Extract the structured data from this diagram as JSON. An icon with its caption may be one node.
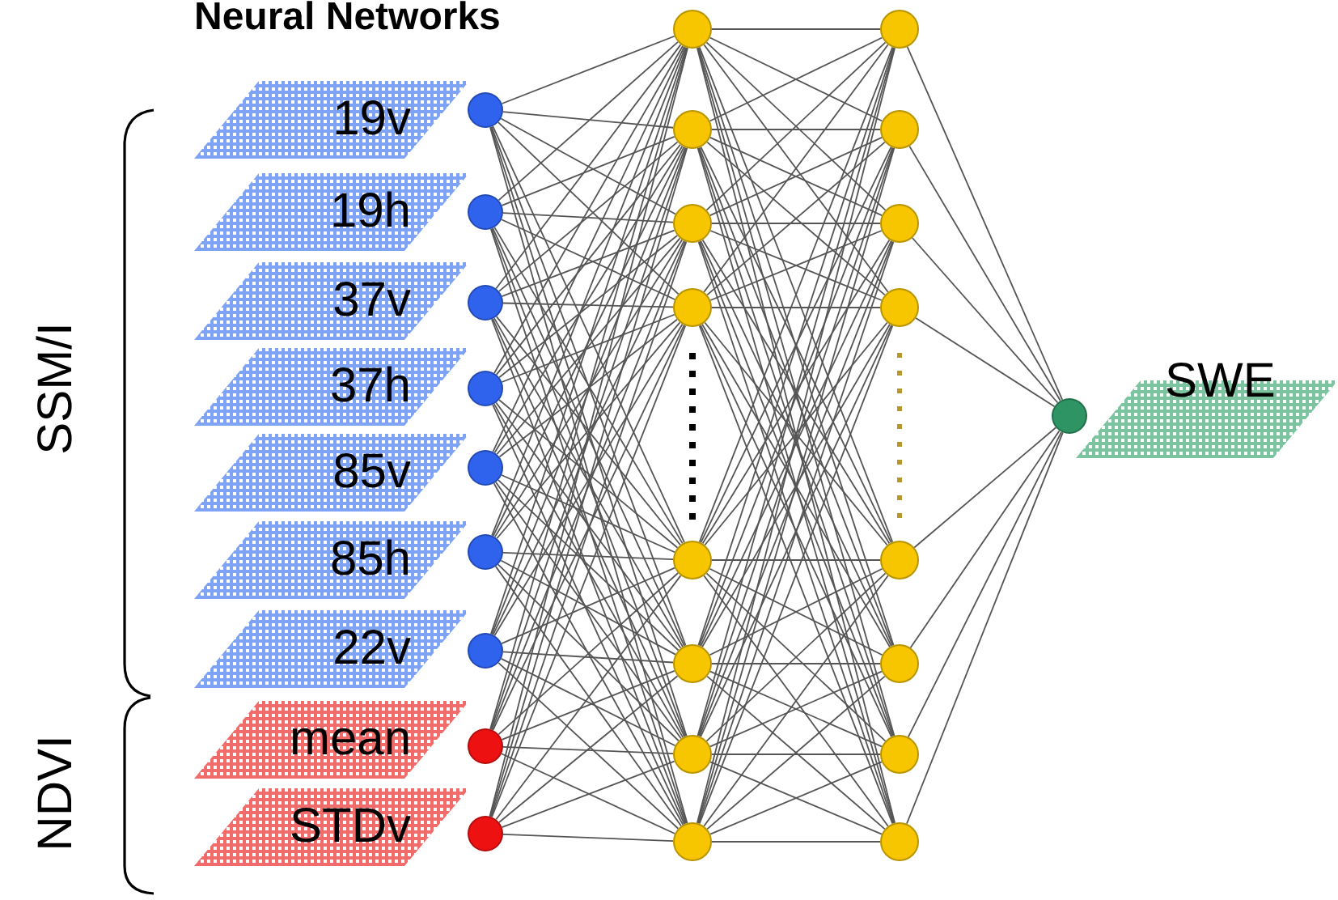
{
  "diagram": {
    "title": "Neural Networks",
    "nodes": [
      {
        "text": [
          "19v"
        ]
      },
      {
        "text": [
          "19h"
        ]
      },
      {
        "text": [
          "37v"
        ]
      },
      {
        "text": [
          "37h"
        ]
      },
      {
        "text": [
          "85v"
        ]
      },
      {
        "text": [
          "85h"
        ]
      },
      {
        "text": [
          "22v"
        ]
      },
      {
        "text": [
          "mean"
        ]
      },
      {
        "text": [
          "STDv"
        ]
      },
      {
        "text": [],
        "shape": "circle"
      },
      {
        "text": [],
        "shape": "circle"
      },
      {
        "text": [],
        "shape": "circle"
      },
      {
        "text": [],
        "shape": "circle"
      },
      {
        "text": [],
        "shape": "circle"
      },
      {
        "text": [],
        "shape": "circle"
      },
      {
        "text": [],
        "shape": "circle"
      },
      {
        "text": [],
        "shape": "circle"
      },
      {
        "text": [],
        "shape": "circle"
      },
      {
        "text": [],
        "shape": "circle"
      },
      {
        "text": [],
        "shape": "circle"
      },
      {
        "text": [],
        "shape": "circle"
      },
      {
        "text": [],
        "shape": "circle"
      },
      {
        "text": [],
        "shape": "circle"
      },
      {
        "text": [],
        "shape": "circle"
      },
      {
        "text": [],
        "shape": "circle"
      },
      {
        "text": [],
        "shape": "circle"
      },
      {
        "text": [],
        "shape": "circle"
      },
      {
        "text": [],
        "shape": "circle"
      },
      {
        "text": [],
        "shape": "circle"
      },
      {
        "text": [],
        "shape": "circle"
      },
      {
        "text": [],
        "shape": "circle"
      },
      {
        "text": [],
        "shape": "circle"
      },
      {
        "text": [],
        "shape": "circle"
      },
      {
        "text": [],
        "shape": "circle"
      },
      {
        "text": [],
        "shape": "circle"
      },
      {
        "text": [
          "SWE"
        ]
      }
    ],
    "edges": [
      {
        "from": 9,
        "to": 18,
        "arrow": "none"
      },
      {
        "from": 9,
        "to": 19,
        "arrow": "none"
      },
      {
        "from": 9,
        "to": 20,
        "arrow": "none"
      },
      {
        "from": 9,
        "to": 21,
        "arrow": "none"
      },
      {
        "from": 9,
        "to": 22,
        "arrow": "none"
      },
      {
        "from": 9,
        "to": 23,
        "arrow": "none"
      },
      {
        "from": 9,
        "to": 24,
        "arrow": "none"
      },
      {
        "from": 9,
        "to": 25,
        "arrow": "none"
      },
      {
        "from": 10,
        "to": 18,
        "arrow": "none"
      },
      {
        "from": 10,
        "to": 19,
        "arrow": "none"
      },
      {
        "from": 10,
        "to": 20,
        "arrow": "none"
      },
      {
        "from": 10,
        "to": 21,
        "arrow": "none"
      },
      {
        "from": 10,
        "to": 22,
        "arrow": "none"
      },
      {
        "from": 10,
        "to": 23,
        "arrow": "none"
      },
      {
        "from": 10,
        "to": 24,
        "arrow": "none"
      },
      {
        "from": 10,
        "to": 25,
        "arrow": "none"
      },
      {
        "from": 11,
        "to": 18,
        "arrow": "none"
      },
      {
        "from": 11,
        "to": 19,
        "arrow": "none"
      },
      {
        "from": 11,
        "to": 20,
        "arrow": "none"
      },
      {
        "from": 11,
        "to": 21,
        "arrow": "none"
      },
      {
        "from": 11,
        "to": 22,
        "arrow": "none"
      },
      {
        "from": 11,
        "to": 23,
        "arrow": "none"
      },
      {
        "from": 11,
        "to": 24,
        "arrow": "none"
      },
      {
        "from": 11,
        "to": 25,
        "arrow": "none"
      },
      {
        "from": 12,
        "to": 18,
        "arrow": "none"
      },
      {
        "from": 12,
        "to": 19,
        "arrow": "none"
      },
      {
        "from": 12,
        "to": 20,
        "arrow": "none"
      },
      {
        "from": 12,
        "to": 21,
        "arrow": "none"
      },
      {
        "from": 12,
        "to": 22,
        "arrow": "none"
      },
      {
        "from": 12,
        "to": 23,
        "arrow": "none"
      },
      {
        "from": 12,
        "to": 24,
        "arrow": "none"
      },
      {
        "from": 12,
        "to": 25,
        "arrow": "none"
      },
      {
        "from": 13,
        "to": 18,
        "arrow": "none"
      },
      {
        "from": 13,
        "to": 19,
        "arrow": "none"
      },
      {
        "from": 13,
        "to": 20,
        "arrow": "none"
      },
      {
        "from": 13,
        "to": 21,
        "arrow": "none"
      },
      {
        "from": 13,
        "to": 22,
        "arrow": "none"
      },
      {
        "from": 13,
        "to": 23,
        "arrow": "none"
      },
      {
        "from": 13,
        "to": 24,
        "arrow": "none"
      },
      {
        "from": 13,
        "to": 25,
        "arrow": "none"
      },
      {
        "from": 14,
        "to": 18,
        "arrow": "none"
      },
      {
        "from": 14,
        "to": 19,
        "arrow": "none"
      },
      {
        "from": 14,
        "to": 20,
        "arrow": "none"
      },
      {
        "from": 14,
        "to": 21,
        "arrow": "none"
      },
      {
        "from": 14,
        "to": 22,
        "arrow": "none"
      },
      {
        "from": 14,
        "to": 23,
        "arrow": "none"
      },
      {
        "from": 14,
        "to": 24,
        "arrow": "none"
      },
      {
        "from": 14,
        "to": 25,
        "arrow": "none"
      },
      {
        "from": 15,
        "to": 18,
        "arrow": "none"
      },
      {
        "from": 15,
        "to": 19,
        "arrow": "none"
      },
      {
        "from": 15,
        "to": 20,
        "arrow": "none"
      },
      {
        "from": 15,
        "to": 21,
        "arrow": "none"
      },
      {
        "from": 15,
        "to": 22,
        "arrow": "none"
      },
      {
        "from": 15,
        "to": 23,
        "arrow": "none"
      },
      {
        "from": 15,
        "to": 24,
        "arrow": "none"
      },
      {
        "from": 15,
        "to": 25,
        "arrow": "none"
      },
      {
        "from": 16,
        "to": 18,
        "arrow": "none"
      },
      {
        "from": 16,
        "to": 19,
        "arrow": "none"
      },
      {
        "from": 16,
        "to": 20,
        "arrow": "none"
      },
      {
        "from": 16,
        "to": 21,
        "arrow": "none"
      },
      {
        "from": 16,
        "to": 22,
        "arrow": "none"
      },
      {
        "from": 16,
        "to": 23,
        "arrow": "none"
      },
      {
        "from": 16,
        "to": 24,
        "arrow": "none"
      },
      {
        "from": 16,
        "to": 25,
        "arrow": "none"
      },
      {
        "from": 17,
        "to": 18,
        "arrow": "none"
      },
      {
        "from": 17,
        "to": 19,
        "arrow": "none"
      },
      {
        "from": 17,
        "to": 20,
        "arrow": "none"
      },
      {
        "from": 17,
        "to": 21,
        "arrow": "none"
      },
      {
        "from": 17,
        "to": 22,
        "arrow": "none"
      },
      {
        "from": 17,
        "to": 23,
        "arrow": "none"
      },
      {
        "from": 17,
        "to": 24,
        "arrow": "none"
      },
      {
        "from": 17,
        "to": 25,
        "arrow": "none"
      },
      {
        "from": 18,
        "to": 26,
        "arrow": "none"
      },
      {
        "from": 18,
        "to": 27,
        "arrow": "none"
      },
      {
        "from": 18,
        "to": 28,
        "arrow": "none"
      },
      {
        "from": 18,
        "to": 29,
        "arrow": "none"
      },
      {
        "from": 18,
        "to": 30,
        "arrow": "none"
      },
      {
        "from": 18,
        "to": 31,
        "arrow": "none"
      },
      {
        "from": 18,
        "to": 32,
        "arrow": "none"
      },
      {
        "from": 18,
        "to": 33,
        "arrow": "none"
      },
      {
        "from": 19,
        "to": 26,
        "arrow": "none"
      },
      {
        "from": 19,
        "to": 27,
        "arrow": "none"
      },
      {
        "from": 19,
        "to": 28,
        "arrow": "none"
      },
      {
        "from": 19,
        "to": 29,
        "arrow": "none"
      },
      {
        "from": 19,
        "to": 30,
        "arrow": "none"
      },
      {
        "from": 19,
        "to": 31,
        "arrow": "none"
      },
      {
        "from": 19,
        "to": 32,
        "arrow": "none"
      },
      {
        "from": 19,
        "to": 33,
        "arrow": "none"
      },
      {
        "from": 20,
        "to": 26,
        "arrow": "none"
      },
      {
        "from": 20,
        "to": 27,
        "arrow": "none"
      },
      {
        "from": 20,
        "to": 28,
        "arrow": "none"
      },
      {
        "from": 20,
        "to": 29,
        "arrow": "none"
      },
      {
        "from": 20,
        "to": 30,
        "arrow": "none"
      },
      {
        "from": 20,
        "to": 31,
        "arrow": "none"
      },
      {
        "from": 20,
        "to": 32,
        "arrow": "none"
      },
      {
        "from": 20,
        "to": 33,
        "arrow": "none"
      },
      {
        "from": 21,
        "to": 26,
        "arrow": "none"
      },
      {
        "from": 21,
        "to": 27,
        "arrow": "none"
      },
      {
        "from": 21,
        "to": 28,
        "arrow": "none"
      },
      {
        "from": 21,
        "to": 29,
        "arrow": "none"
      },
      {
        "from": 21,
        "to": 30,
        "arrow": "none"
      },
      {
        "from": 21,
        "to": 31,
        "arrow": "none"
      },
      {
        "from": 21,
        "to": 32,
        "arrow": "none"
      },
      {
        "from": 21,
        "to": 33,
        "arrow": "none"
      },
      {
        "from": 22,
        "to": 26,
        "arrow": "none"
      },
      {
        "from": 22,
        "to": 27,
        "arrow": "none"
      },
      {
        "from": 22,
        "to": 28,
        "arrow": "none"
      },
      {
        "from": 22,
        "to": 29,
        "arrow": "none"
      },
      {
        "from": 22,
        "to": 30,
        "arrow": "none"
      },
      {
        "from": 22,
        "to": 31,
        "arrow": "none"
      },
      {
        "from": 22,
        "to": 32,
        "arrow": "none"
      },
      {
        "from": 22,
        "to": 33,
        "arrow": "none"
      },
      {
        "from": 23,
        "to": 26,
        "arrow": "none"
      },
      {
        "from": 23,
        "to": 27,
        "arrow": "none"
      },
      {
        "from": 23,
        "to": 28,
        "arrow": "none"
      },
      {
        "from": 23,
        "to": 29,
        "arrow": "none"
      },
      {
        "from": 23,
        "to": 30,
        "arrow": "none"
      },
      {
        "from": 23,
        "to": 31,
        "arrow": "none"
      },
      {
        "from": 23,
        "to": 32,
        "arrow": "none"
      },
      {
        "from": 23,
        "to": 33,
        "arrow": "none"
      },
      {
        "from": 24,
        "to": 26,
        "arrow": "none"
      },
      {
        "from": 24,
        "to": 27,
        "arrow": "none"
      },
      {
        "from": 24,
        "to": 28,
        "arrow": "none"
      },
      {
        "from": 24,
        "to": 29,
        "arrow": "none"
      },
      {
        "from": 24,
        "to": 30,
        "arrow": "none"
      },
      {
        "from": 24,
        "to": 31,
        "arrow": "none"
      },
      {
        "from": 24,
        "to": 32,
        "arrow": "none"
      },
      {
        "from": 24,
        "to": 33,
        "arrow": "none"
      },
      {
        "from": 25,
        "to": 26,
        "arrow": "none"
      },
      {
        "from": 25,
        "to": 27,
        "arrow": "none"
      },
      {
        "from": 25,
        "to": 28,
        "arrow": "none"
      },
      {
        "from": 25,
        "to": 29,
        "arrow": "none"
      },
      {
        "from": 25,
        "to": 30,
        "arrow": "none"
      },
      {
        "from": 25,
        "to": 31,
        "arrow": "none"
      },
      {
        "from": 25,
        "to": 32,
        "arrow": "none"
      },
      {
        "from": 25,
        "to": 33,
        "arrow": "none"
      },
      {
        "from": 26,
        "to": 34,
        "arrow": "none"
      },
      {
        "from": 27,
        "to": 34,
        "arrow": "none"
      },
      {
        "from": 28,
        "to": 34,
        "arrow": "none"
      },
      {
        "from": 29,
        "to": 34,
        "arrow": "none"
      },
      {
        "from": 30,
        "to": 34,
        "arrow": "none"
      },
      {
        "from": 31,
        "to": 34,
        "arrow": "none"
      },
      {
        "from": 32,
        "to": 34,
        "arrow": "none"
      },
      {
        "from": 33,
        "to": 34,
        "arrow": "none"
      }
    ],
    "labels": [
      "SSM/I",
      "NDVI"
    ]
  }
}
